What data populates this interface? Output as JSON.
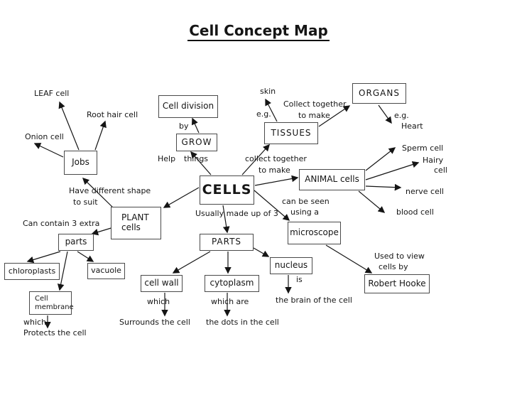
{
  "title": "Cell Concept Map",
  "nodes": {
    "cells": "CELLS",
    "cell_division": "Cell division",
    "grow": "GROW",
    "tissues": "TISSUES",
    "organs": "ORGANS",
    "animal_cells": "ANIMAL cells",
    "microscope": "microscope",
    "robert_hooke": "Robert Hooke",
    "jobs": "Jobs",
    "plant_cells_line1": "PLANT",
    "plant_cells_line2": "cells",
    "parts_lower": "parts",
    "chloroplasts": "chloroplasts",
    "vacuole": "vacuole",
    "cell_membrane_line1": "Cell",
    "cell_membrane_line2": "membrane",
    "parts_main": "PARTS",
    "cell_wall": "cell wall",
    "cytoplasm": "cytoplasm",
    "nucleus": "nucleus"
  },
  "labels": {
    "leaf_cell": "LEAF cell",
    "root_hair_cell": "Root hair cell",
    "onion_cell": "Onion cell",
    "by": "by",
    "help": "Help",
    "things": "things",
    "skin": "skin",
    "eg_skin": "e.g.",
    "collect_together_upper": "Collect together",
    "to_make_upper": "to make",
    "eg_heart": "e.g.",
    "heart": "Heart",
    "sperm_cell": "Sperm cell",
    "hairy": "Hairy",
    "hairy_cell": "cell",
    "nerve_cell": "nerve cell",
    "blood_cell": "blood cell",
    "collect_together_lower": "collect together",
    "to_make_lower": "to make",
    "can_be_seen": "can be seen",
    "using_a": "using a",
    "usually_made_up": "Usually made up of 3",
    "have_different_shape": "Have different shape",
    "to_suit": "to suit",
    "can_contain": "Can contain 3 extra",
    "used_to_view": "Used to view",
    "cells_by": "cells by",
    "which_membrane": "which",
    "protects_the_cell": "Protects the cell",
    "which_wall": "which",
    "surrounds_the_cell": "Surrounds the cell",
    "which_are": "which are",
    "dots_in_the_cell": "the dots in the cell",
    "is": "is",
    "brain_of_the_cell": "the brain of the cell"
  },
  "edges": [
    {
      "from": "Jobs",
      "to": "LEAF cell"
    },
    {
      "from": "Jobs",
      "to": "Root hair cell"
    },
    {
      "from": "Jobs",
      "to": "Onion cell"
    },
    {
      "from": "PLANT cells",
      "to": "Jobs",
      "label": "Have different shape to suit"
    },
    {
      "from": "CELLS",
      "to": "PLANT cells"
    },
    {
      "from": "PLANT cells",
      "to": "parts",
      "label": "Can contain 3 extra"
    },
    {
      "from": "parts",
      "to": "chloroplasts"
    },
    {
      "from": "parts",
      "to": "vacuole"
    },
    {
      "from": "parts",
      "to": "Cell membrane"
    },
    {
      "from": "Cell membrane",
      "to": "Protects the cell",
      "label": "which"
    },
    {
      "from": "CELLS",
      "to": "GROW",
      "label": "Help things"
    },
    {
      "from": "GROW",
      "to": "Cell division",
      "label": "by"
    },
    {
      "from": "CELLS",
      "to": "TISSUES",
      "label": "collect together to make"
    },
    {
      "from": "TISSUES",
      "to": "skin",
      "label": "e.g."
    },
    {
      "from": "TISSUES",
      "to": "ORGANS",
      "label": "Collect together to make"
    },
    {
      "from": "ORGANS",
      "to": "Heart",
      "label": "e.g."
    },
    {
      "from": "CELLS",
      "to": "ANIMAL cells"
    },
    {
      "from": "ANIMAL cells",
      "to": "Sperm cell"
    },
    {
      "from": "ANIMAL cells",
      "to": "Hairy cell"
    },
    {
      "from": "ANIMAL cells",
      "to": "nerve cell"
    },
    {
      "from": "ANIMAL cells",
      "to": "blood cell"
    },
    {
      "from": "CELLS",
      "to": "microscope",
      "label": "can be seen using a"
    },
    {
      "from": "microscope",
      "to": "Robert Hooke",
      "label": "Used to view cells by"
    },
    {
      "from": "CELLS",
      "to": "PARTS",
      "label": "Usually made up of 3"
    },
    {
      "from": "PARTS",
      "to": "cell wall"
    },
    {
      "from": "PARTS",
      "to": "cytoplasm"
    },
    {
      "from": "PARTS",
      "to": "nucleus"
    },
    {
      "from": "cell wall",
      "to": "Surrounds the cell",
      "label": "which"
    },
    {
      "from": "cytoplasm",
      "to": "the dots in the cell",
      "label": "which are"
    },
    {
      "from": "nucleus",
      "to": "the brain of the cell",
      "label": "is"
    }
  ]
}
